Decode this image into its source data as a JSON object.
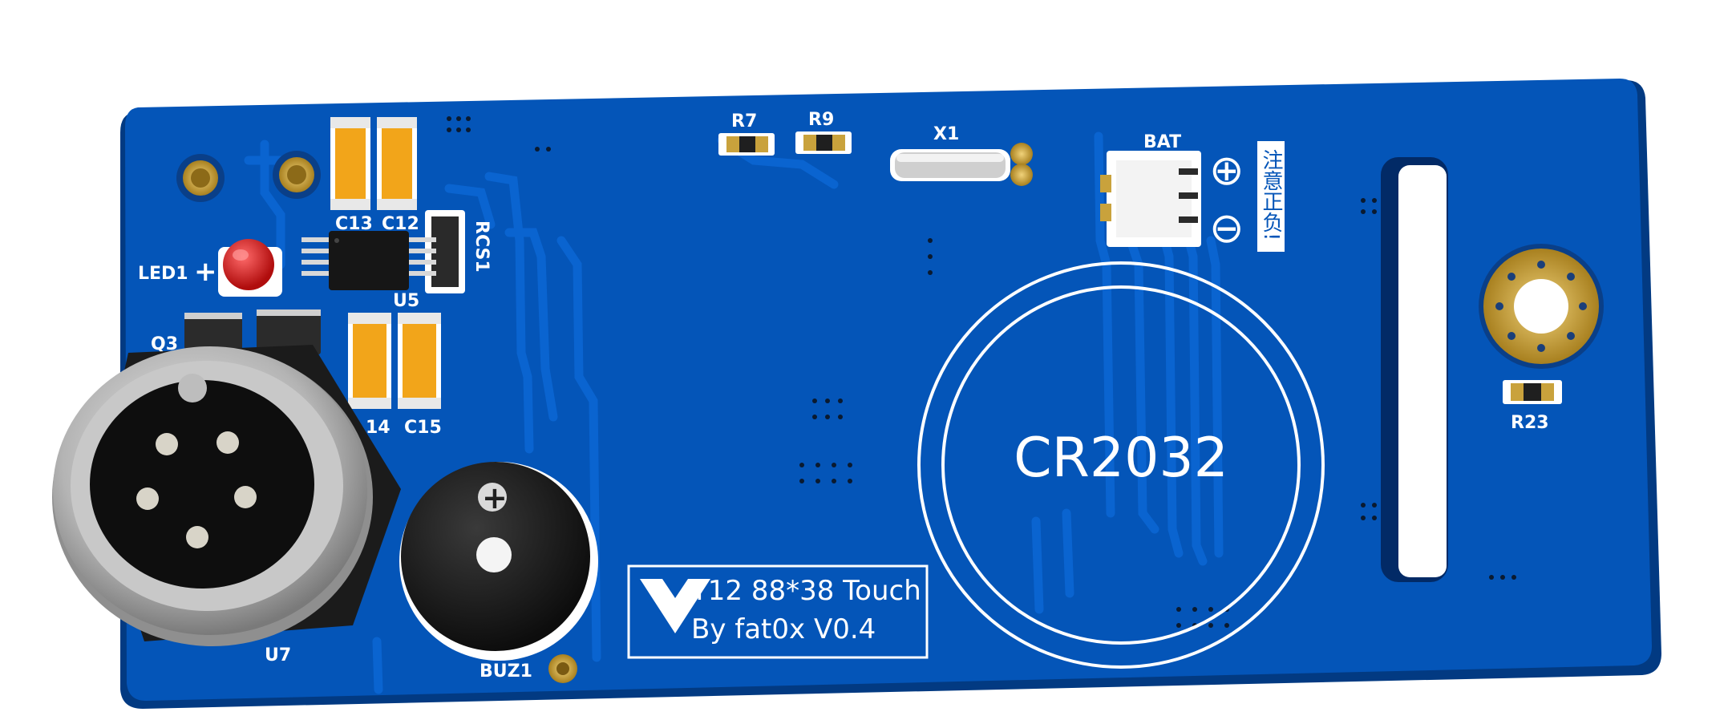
{
  "board": {
    "colors": {
      "pcb": "#0455b8",
      "pcb_dark": "#033c85",
      "trace": "#0a62cc",
      "silk": "#ffffff",
      "pad_gold": "#c9a23c",
      "cap_orange": "#f2a51a",
      "led_red": "#d81b1b",
      "metal": "#b9b9b9",
      "black": "#151515"
    },
    "labels": {
      "c13": "C13",
      "c12": "C12",
      "rcs1": "RCS1",
      "led1": "LED1",
      "led_plus": "+",
      "u5": "U5",
      "q3": "Q3",
      "c14": "14",
      "c15": "C15",
      "r7": "R7",
      "r9": "R9",
      "x1": "X1",
      "bat": "BAT",
      "buz1": "BUZ1",
      "u7": "U7",
      "r23": "R23",
      "cr2032": "CR2032",
      "info_line1": "T12 88*38 Touch",
      "info_line2": "By fat0x V0.4",
      "polarity_note": "注意正负!",
      "plus_sign": "⊕",
      "minus_sign": "⊖",
      "buzzer_plus": "+"
    }
  }
}
